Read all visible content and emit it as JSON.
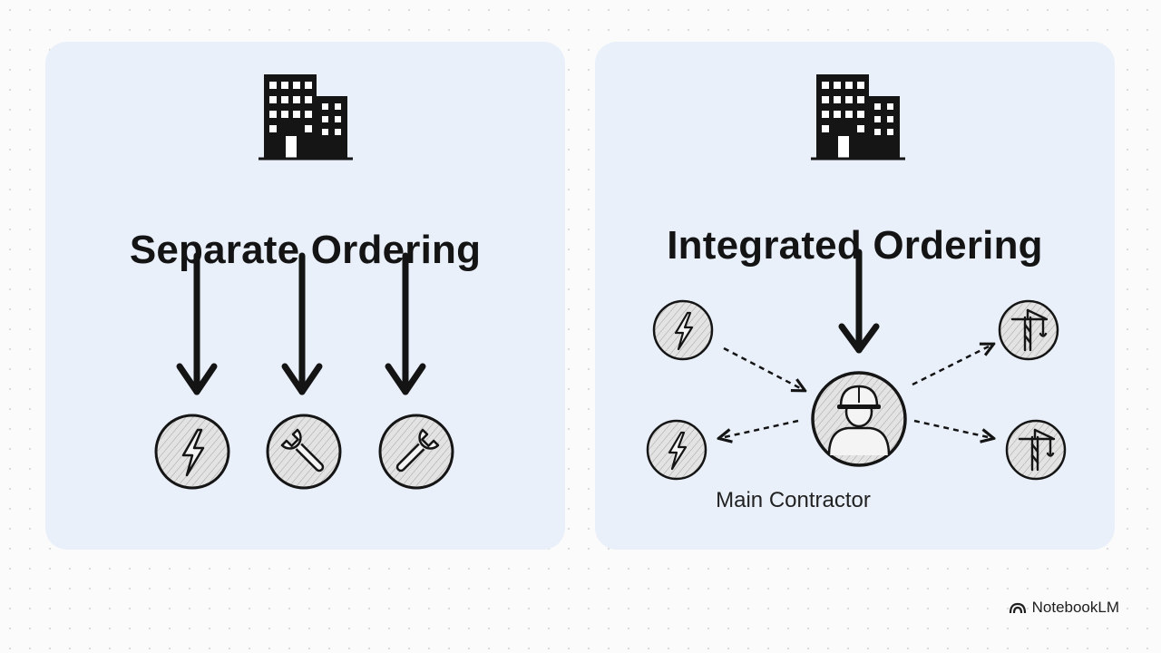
{
  "panels": {
    "separate": {
      "title": "Separate Ordering"
    },
    "integrated": {
      "title": "Integrated Ordering",
      "center_label": "Main Contractor"
    }
  },
  "brand": {
    "name": "NotebookLM",
    "icon": "notebooklm-logo-icon"
  },
  "icons": {
    "building": "building-icon",
    "lightning": "lightning-icon",
    "wrench": "wrench-icon",
    "crane": "crane-icon",
    "worker": "hard-hat-worker-icon"
  },
  "colors": {
    "panel": "#e9f0fa",
    "ink": "#141414",
    "icon_fill": "#dedede"
  }
}
